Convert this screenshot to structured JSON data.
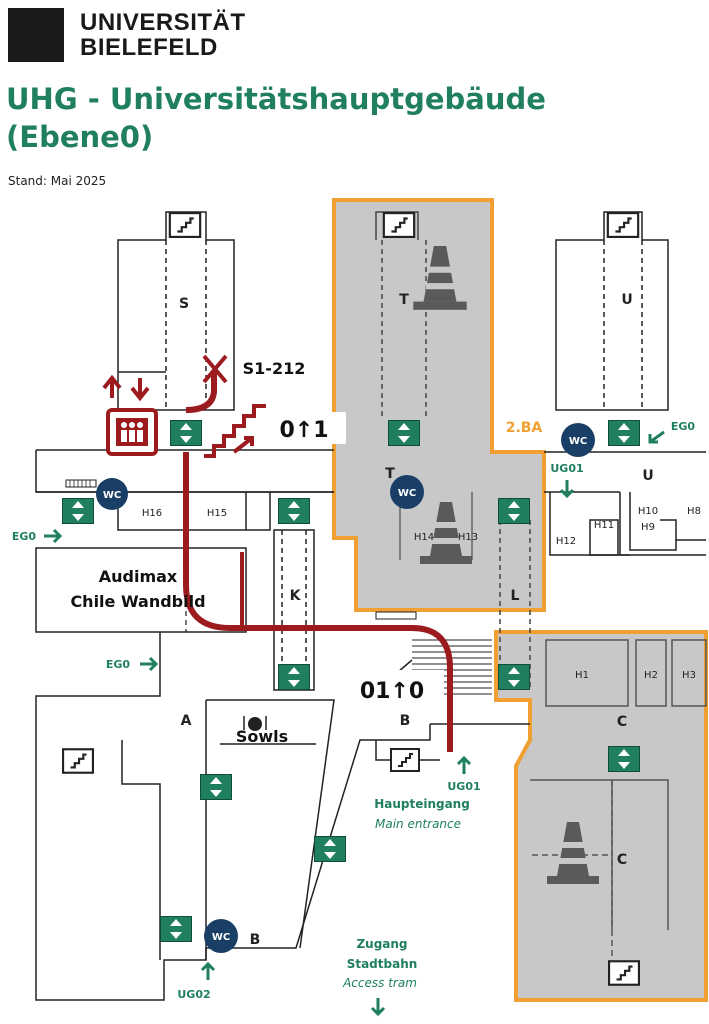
{
  "header": {
    "logo_line1": "UNIVERSITÄT",
    "logo_line2": "BIELEFELD",
    "title_line1": "UHG - Universitätshauptgebäude",
    "title_line2": "(Ebene0)",
    "stand": "Stand: Mai 2025"
  },
  "sections": {
    "s": "S",
    "t_upper": "T",
    "t_lower": "T",
    "u_upper": "U",
    "u_lower": "U",
    "k": "K",
    "l": "L",
    "a": "A",
    "b_center": "B",
    "b_bottom": "B",
    "c_upper": "C",
    "c_lower": "C"
  },
  "rooms": {
    "h16": "H16",
    "h15": "H15",
    "h14": "H14",
    "h13": "H13",
    "h12": "H12",
    "h11": "H11",
    "h10": "H10",
    "h9": "H9",
    "h8": "H8",
    "h1": "H1",
    "h2": "H2",
    "h3": "H3",
    "audimax_line1": "Audimax",
    "audimax_line2": "Chile Wandbild",
    "sowls": "Sowls"
  },
  "labels": {
    "construction": "2.BA",
    "wc": "WC",
    "s1_212": "S1-212",
    "level_0_to_1": "0↑1",
    "level_01_to_0": "01↑0",
    "eg0": "EG0",
    "ug01": "UG01",
    "ug02": "UG02",
    "main_entrance_de": "Haupteingang",
    "main_entrance_en": "Main entrance",
    "tram_de_1": "Zugang",
    "tram_de_2": "Stadtbahn",
    "tram_en": "Access tram"
  },
  "colors": {
    "brand_green": "#1f7f60",
    "route_red": "#9b1b1f",
    "construction_orange": "#f0a030",
    "construction_fill": "#c8c8c8",
    "wc_navy": "#1a3f66"
  },
  "icons": [
    "logo-icon",
    "stairs-icon",
    "elevator-icon",
    "wc-icon",
    "arrow-icon",
    "construction-cone-icon",
    "cross-icon",
    "restaurant-icon"
  ]
}
